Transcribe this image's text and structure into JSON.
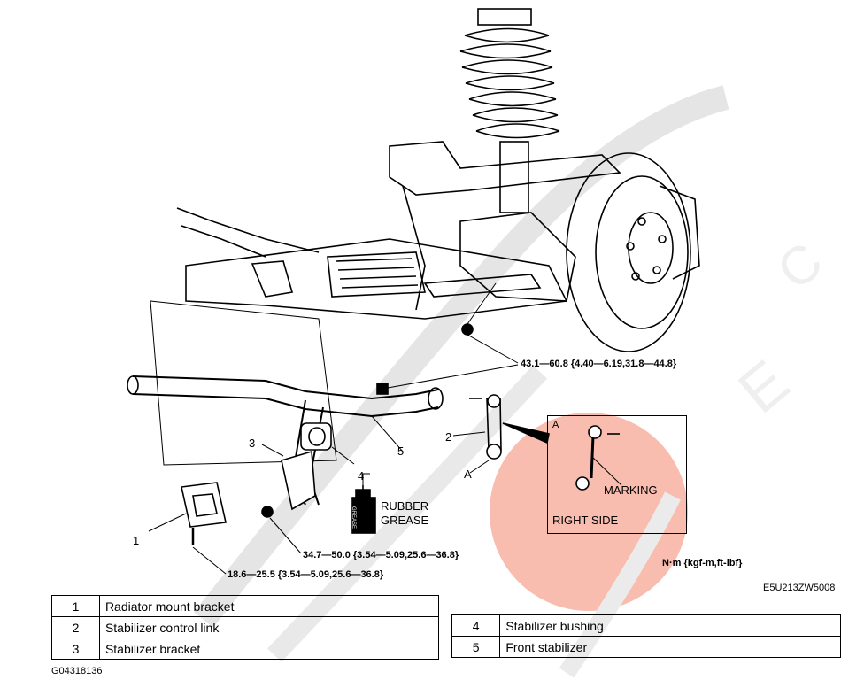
{
  "callouts": {
    "item1": "1",
    "item2": "2",
    "item3": "3",
    "item4": "4",
    "item5": "5",
    "pointA": "A",
    "insetA": "A"
  },
  "torques": {
    "link_nut": "43.1—60.8 {4.40—6.19,31.8—44.8}",
    "bracket_bolt": "34.7—50.0 {3.54—5.09,25.6—36.8}",
    "radiator_bolt": "18.6—25.5 {3.54—5.09,25.6—36.8}"
  },
  "grease": {
    "line1": "RUBBER",
    "line2": "GREASE",
    "can_text": "GREASE"
  },
  "inset": {
    "marking": "MARKING",
    "side": "RIGHT SIDE"
  },
  "units": "N·m {kgf-m,ft-lbf}",
  "figure_code": "E5U213ZW5008",
  "page_code": "G04318136",
  "legend_left": [
    {
      "num": "1",
      "desc": "Radiator mount bracket"
    },
    {
      "num": "2",
      "desc": "Stabilizer control link"
    },
    {
      "num": "3",
      "desc": "Stabilizer bracket"
    }
  ],
  "legend_right": [
    {
      "num": "4",
      "desc": "Stabilizer bushing"
    },
    {
      "num": "5",
      "desc": "Front stabilizer"
    }
  ],
  "colors": {
    "watermark_circle": "#f47a5e",
    "watermark_gray": "#d9d9d9",
    "line": "#000000"
  }
}
